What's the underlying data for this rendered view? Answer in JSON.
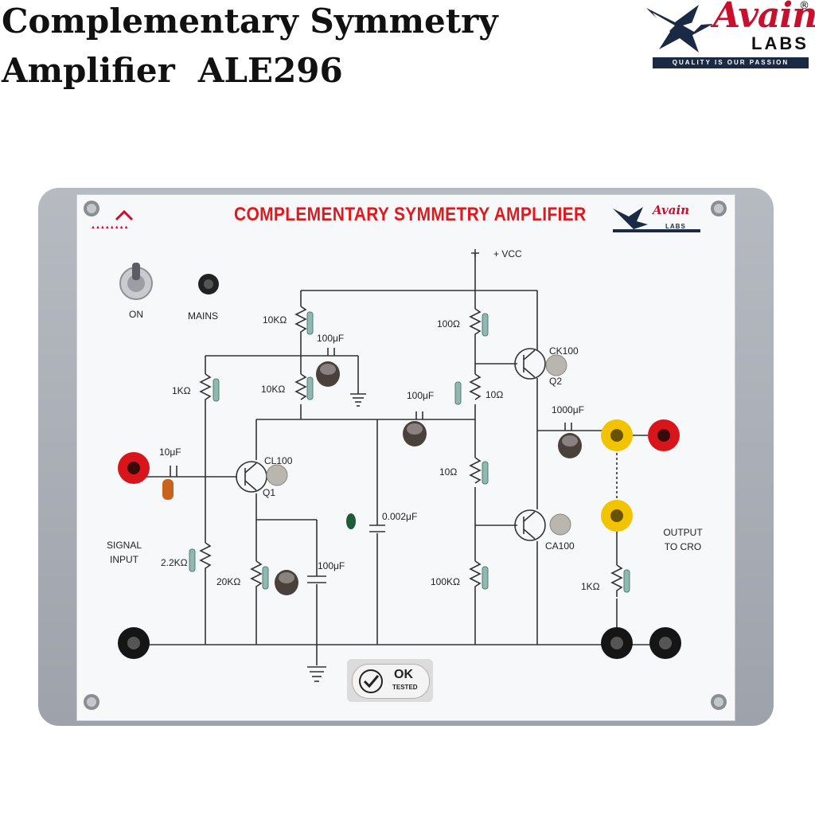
{
  "header": {
    "title_line1": "Complementary Symmetry",
    "title_line2": "Amplifier  ALE296"
  },
  "brand": {
    "logo_text": "Avain",
    "labs": "LABS",
    "registered": "®",
    "tagline": "QUALITY IS OUR PASSION"
  },
  "board": {
    "title": "COMPLEMENTARY SYMMETRY AMPLIFIER",
    "small_logo_text": "Avain",
    "small_logo_labs": "LABS",
    "switch_label": "ON",
    "mains_label": "MAINS",
    "vcc_label": "+ VCC",
    "signal_input_label_line1": "SIGNAL",
    "signal_input_label_line2": "INPUT",
    "output_label_line1": "OUTPUT",
    "output_label_line2": "TO CRO",
    "ok_label": "OK",
    "tested_label": "TESTED",
    "components": {
      "r_10k_top": "10KΩ",
      "r_10k_mid": "10KΩ",
      "r_1k_left": "1KΩ",
      "r_2_2k": "2.2KΩ",
      "r_20k": "20KΩ",
      "r_100_top": "100Ω",
      "r_10_upper": "10Ω",
      "r_10_lower": "10Ω",
      "r_100k": "100KΩ",
      "r_1k_out": "1KΩ",
      "c_100uf_top": "100μF",
      "c_100uf_mid": "100μF",
      "c_1000uf": "1000μF",
      "c_10uf_input": "10μF",
      "c_0002uf": "0.002μF",
      "c_100uf_bottom": "100μF",
      "q1_label": "Q1",
      "q1_part": "CL100",
      "q2_part": "CK100",
      "q2_label": "Q2",
      "q3_part": "CA100"
    }
  },
  "colors": {
    "title_red": "#e0191f",
    "terminal_red": "#d7151b",
    "terminal_yellow": "#f2c300",
    "terminal_black": "#151515",
    "logo_red": "#c8102e",
    "logo_navy": "#1a2a44"
  }
}
